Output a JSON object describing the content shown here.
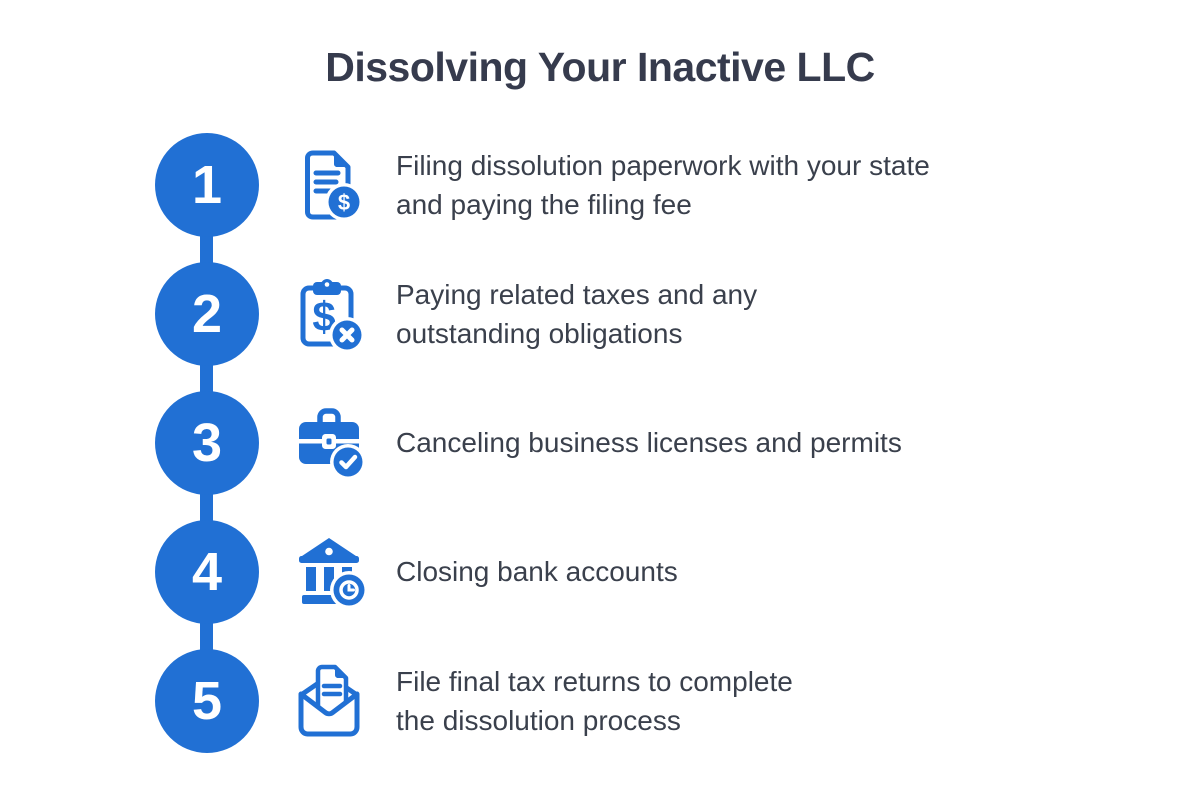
{
  "title": "Dissolving Your Inactive LLC",
  "colors": {
    "primary": "#2170D4",
    "title_text": "#363B4D",
    "body_text": "#3A404C",
    "background": "#FFFFFF"
  },
  "steps": [
    {
      "number": "1",
      "icon": "document-dollar-icon",
      "badge_glyph": "$",
      "lines": [
        "Filing dissolution paperwork with your state",
        "and paying the filing fee"
      ]
    },
    {
      "number": "2",
      "icon": "clipboard-dollar-cancel-icon",
      "center_glyph": "$",
      "lines": [
        "Paying related taxes and any",
        "outstanding obligations"
      ]
    },
    {
      "number": "3",
      "icon": "briefcase-check-icon",
      "lines": [
        "Canceling business licenses and permits"
      ]
    },
    {
      "number": "4",
      "icon": "bank-clock-icon",
      "lines": [
        "Closing bank accounts"
      ]
    },
    {
      "number": "5",
      "icon": "envelope-letter-icon",
      "lines": [
        "File final tax returns to complete",
        "the dissolution process"
      ]
    }
  ]
}
